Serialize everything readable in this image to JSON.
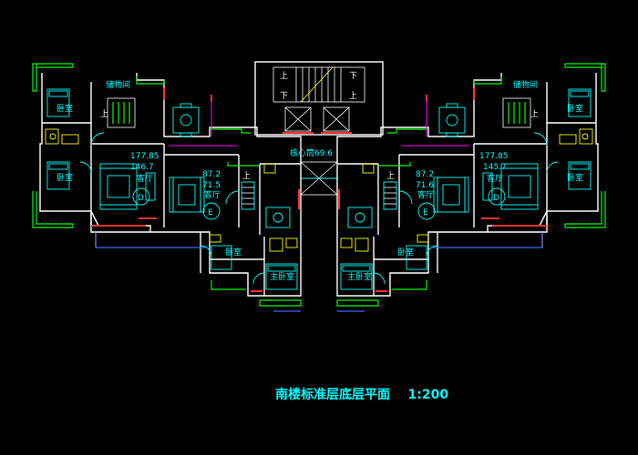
{
  "caption": "南楼标准层底层平面    1:200",
  "core_label": "核心筒69.6",
  "stair_up": "上",
  "stair_down": "下",
  "left": {
    "storage": "储物间",
    "bedroom_top": "卧室",
    "bedroom_mid": "卧室",
    "area_1": "177.85",
    "area_2": "146.7",
    "living": "客厅",
    "unit_d": "D",
    "area_e1": "87.2",
    "area_e2": "71.5",
    "living_e": "客厅",
    "unit_e": "E",
    "bedroom_e": "卧室",
    "master": "主卧室"
  },
  "right": {
    "storage": "储物间",
    "bedroom_top": "卧室",
    "bedroom_mid": "卧室",
    "area_1": "177.85",
    "area_2": "145.7",
    "living": "客厅",
    "unit_d": "D",
    "area_e1": "87.2",
    "area_e2": "71.6",
    "living_e": "客厅",
    "unit_e": "E",
    "bedroom_e": "卧室",
    "master": "主卧室"
  },
  "colors": {
    "background": "#000000",
    "walls": "#ffffff",
    "balcony": "#00ff00",
    "labels": "#00ffff",
    "fixtures": "#ffff00",
    "doors": "#ff3030"
  }
}
